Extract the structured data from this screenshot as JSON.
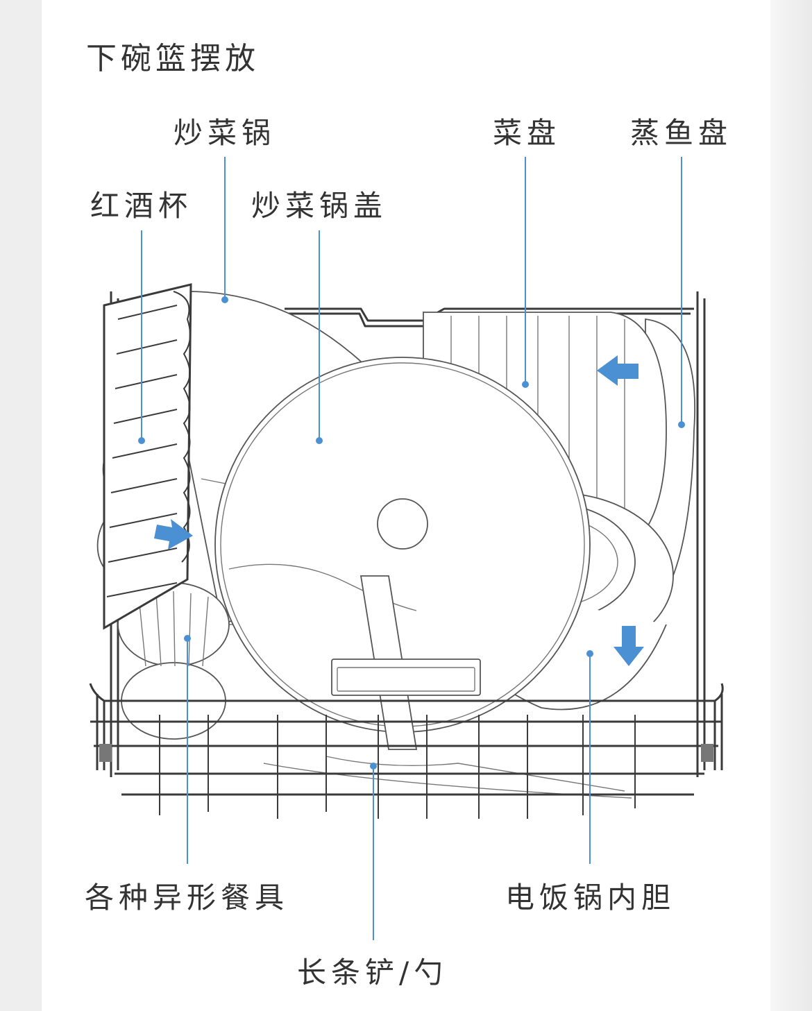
{
  "title": "下碗篮摆放",
  "labels": {
    "wok": "炒菜锅",
    "wine_glass": "红酒杯",
    "wok_lid": "炒菜锅盖",
    "dish_plate": "菜盘",
    "fish_plate": "蒸鱼盘",
    "odd_tableware": "各种异形餐具",
    "rice_cooker_pot": "电饭锅内胆",
    "long_spatula": "长条铲/勺"
  },
  "colors": {
    "accent": "#4a90d2",
    "line": "#444444",
    "text": "#333333",
    "background": "#ffffff"
  },
  "icons": [
    "arrow-left-icon",
    "arrow-right-icon",
    "arrow-down-icon"
  ]
}
